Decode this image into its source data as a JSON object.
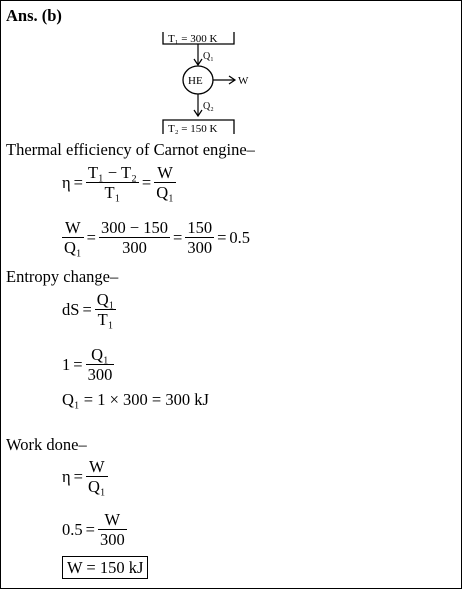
{
  "heading": "Ans. (b)",
  "diagram": {
    "hot_reservoir": "T₁ = 300 K",
    "heat_in": "Q₁",
    "engine": "HE",
    "work": "W",
    "heat_out": "Q₂",
    "cold_reservoir": "T₂ = 150 K"
  },
  "section1": {
    "title": "Thermal efficiency of Carnot engine–",
    "eta": "η",
    "eq": "=",
    "f1_num": "T₁ − T₂",
    "f1_den": "T₁",
    "f2_num": "W",
    "f2_den": "Q₁",
    "l2_f1_num": "W",
    "l2_f1_den": "Q₁",
    "l2_f2_num": "300 − 150",
    "l2_f2_den": "300",
    "l2_f3_num": "150",
    "l2_f3_den": "300",
    "l2_result": "0.5"
  },
  "section2": {
    "title": "Entropy change–",
    "ds": "dS",
    "l1_num": "Q₁",
    "l1_den": "T₁",
    "one": "1",
    "l2_num": "Q₁",
    "l2_den": "300",
    "line3": "Q₁ = 1 × 300 = 300 kJ"
  },
  "section3": {
    "title": "Work done–",
    "eta": "η",
    "l1_num": "W",
    "l1_den": "Q₁",
    "half": "0.5",
    "l2_num": "W",
    "l2_den": "300",
    "answer": "W = 150 kJ"
  }
}
